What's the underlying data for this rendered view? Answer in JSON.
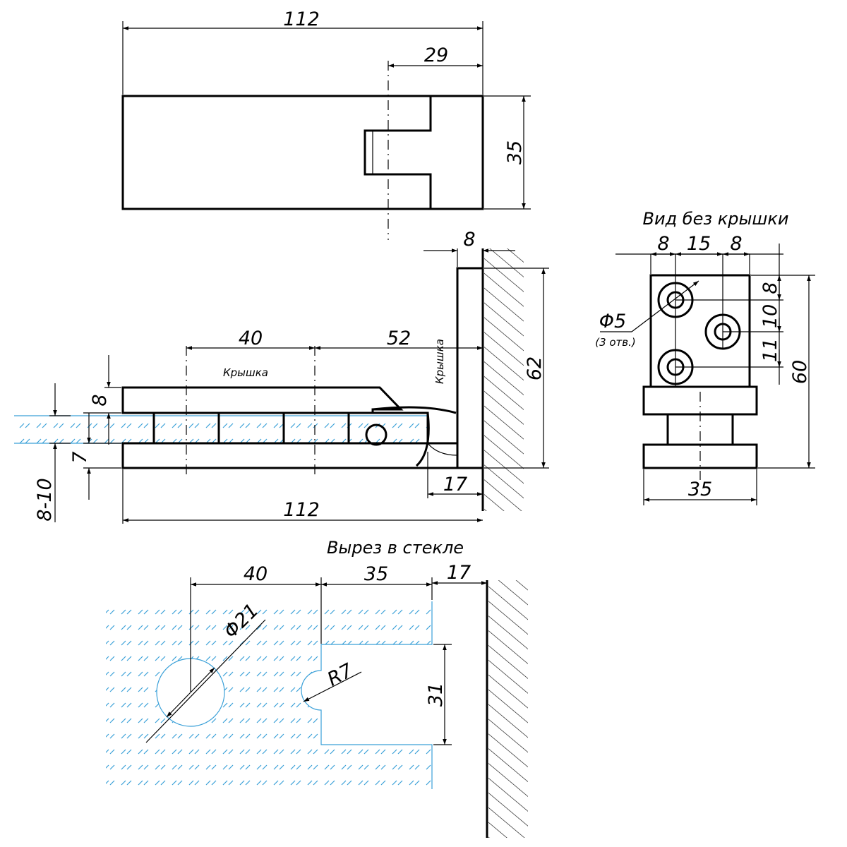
{
  "top_view": {
    "dim_length": "112",
    "dim_offset": "29",
    "dim_height": "35"
  },
  "side_view": {
    "dim_wall": "8",
    "dim_40": "40",
    "dim_52": "52",
    "cover_label_1": "Крышка",
    "cover_label_2": "Крышка",
    "dim_62": "62",
    "dim_8": "8",
    "dim_7": "7",
    "dim_glass": "8-10",
    "dim_17": "17",
    "dim_length": "112"
  },
  "right_view": {
    "title": "Вид без крышки",
    "dim_top_a": "8",
    "dim_top_b": "15",
    "dim_top_c": "8",
    "hole_dia": "Φ5",
    "hole_count": "(3 отв.)",
    "dim_v1": "8",
    "dim_v2": "10",
    "dim_v3": "11",
    "dim_height": "60",
    "dim_width": "35"
  },
  "cutout_view": {
    "title": "Вырез в стекле",
    "dim_40": "40",
    "dim_35": "35",
    "dim_17": "17",
    "hole_dia": "Φ21",
    "radius": "R7",
    "dim_31": "31"
  },
  "colors": {
    "line": "#000000",
    "glass": "#3aa0d8"
  }
}
